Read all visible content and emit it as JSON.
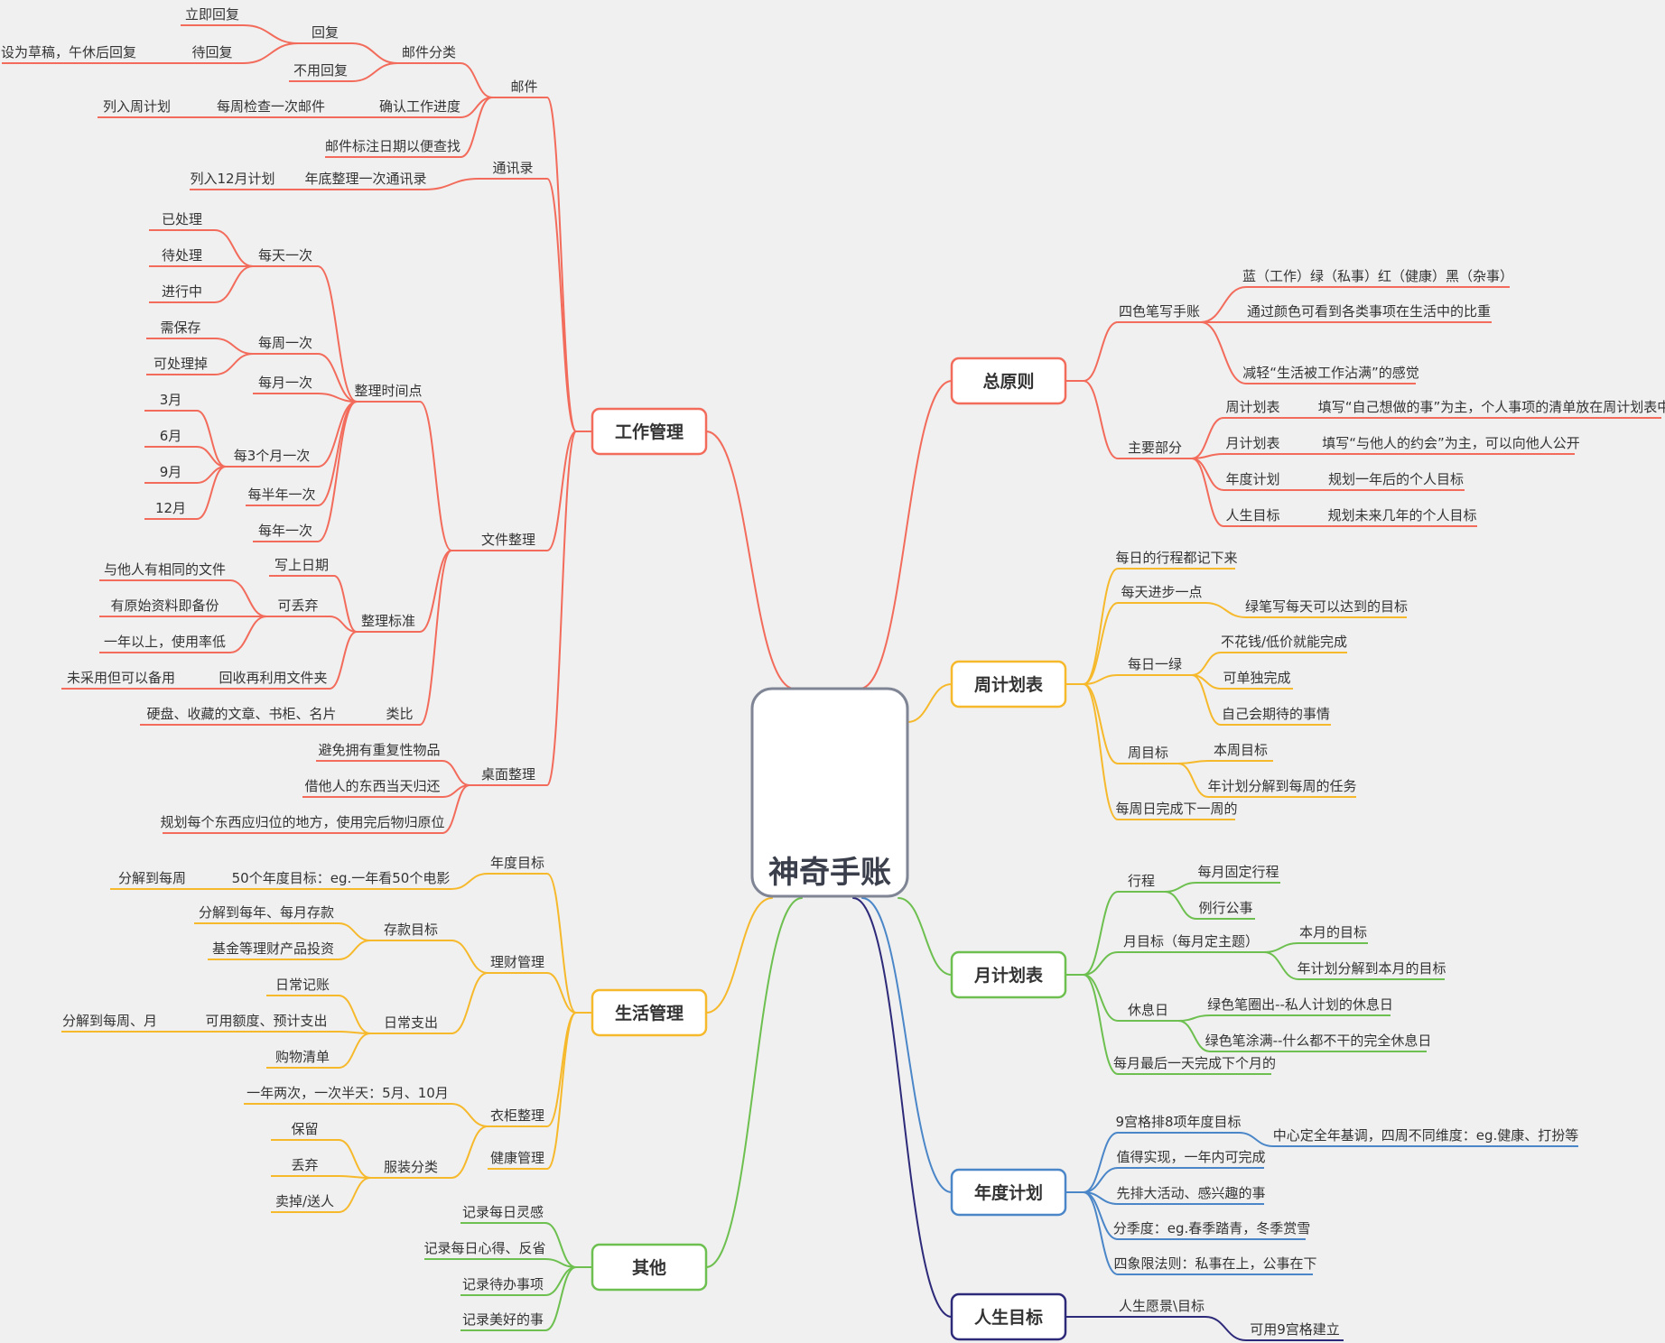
{
  "center": {
    "title": "神奇手账"
  },
  "colors": {
    "work": "#f26b5b",
    "life": "#f6b92c",
    "other": "#6dc04f",
    "principle": "#f26b5b",
    "weekly": "#f6b92c",
    "monthly": "#6dc04f",
    "yearly": "#4a86c8",
    "lifegoal": "#2e2a7a",
    "centerBorder": "#7f8595",
    "background": "#f0f0f0"
  },
  "branches": {
    "work": {
      "label": "工作管理",
      "mail": {
        "label": "邮件",
        "classify": {
          "label": "邮件分类",
          "reply": {
            "label": "回复",
            "now": "立即回复",
            "pending": {
              "label": "待回复",
              "detail": "设为草稿，午休后回复"
            }
          },
          "noreply": "不用回复"
        },
        "progress": {
          "label": "确认工作进度",
          "weekly": {
            "label": "每周检查一次邮件",
            "plan": "列入周计划"
          }
        },
        "date": "邮件标注日期以便查找"
      },
      "contacts": {
        "label": "通讯录",
        "yearend": {
          "label": "年底整理一次通讯录",
          "plan": "列入12月计划"
        }
      },
      "files": {
        "label": "文件整理",
        "times": {
          "label": "整理时间点",
          "daily": {
            "label": "每天一次",
            "items": [
              "已处理",
              "待处理",
              "进行中"
            ]
          },
          "weekly": {
            "label": "每周一次",
            "items": [
              "需保存",
              "可处理掉"
            ]
          },
          "monthly": "每月一次",
          "quarterly": {
            "label": "每3个月一次",
            "items": [
              "3月",
              "6月",
              "9月",
              "12月"
            ]
          },
          "halfyear": "每半年一次",
          "yearly": "每年一次"
        },
        "standard": {
          "label": "整理标准",
          "date": "写上日期",
          "discard": {
            "label": "可丢弃",
            "items": [
              "与他人有相同的文件",
              "有原始资料即备份",
              "一年以上，使用率低"
            ]
          },
          "recycle": {
            "label": "回收再利用文件夹",
            "note": "未采用但可以备用"
          }
        },
        "analogy": {
          "label": "类比",
          "detail": "硬盘、收藏的文章、书柜、名片"
        }
      },
      "desk": {
        "label": "桌面整理",
        "items": [
          "避免拥有重复性物品",
          "借他人的东西当天归还",
          "规划每个东西应归位的地方，使用完后物归原位"
        ]
      }
    },
    "life": {
      "label": "生活管理",
      "annual": {
        "label": "年度目标",
        "goal": "50个年度目标：eg.一年看50个电影",
        "split": "分解到每周"
      },
      "finance": {
        "label": "理财管理",
        "saving": {
          "label": "存款目标",
          "items": [
            "分解到每年、每月存款",
            "基金等理财产品投资"
          ]
        },
        "spending": {
          "label": "日常支出",
          "record": "日常记账",
          "budget": {
            "label": "可用额度、预计支出",
            "split": "分解到每周、月"
          },
          "shopping": "购物清单"
        }
      },
      "wardrobe": {
        "label": "衣柜整理",
        "twice": "一年两次，一次半天：5月、10月",
        "sort": {
          "label": "服装分类",
          "items": [
            "保留",
            "丢弃",
            "卖掉/送人"
          ]
        }
      },
      "health": "健康管理"
    },
    "other": {
      "label": "其他",
      "items": [
        "记录每日灵感",
        "记录每日心得、反省",
        "记录待办事项",
        "记录美好的事"
      ]
    },
    "principle": {
      "label": "总原则",
      "pens": {
        "label": "四色笔写手账",
        "items": [
          "蓝（工作）绿（私事）红（健康）黑（杂事）",
          "通过颜色可看到各类事项在生活中的比重",
          "减轻“生活被工作沾满”的感觉"
        ]
      },
      "parts": {
        "label": "主要部分",
        "items": [
          {
            "name": "周计划表",
            "desc": "填写“自己想做的事”为主，个人事项的清单放在周计划表中"
          },
          {
            "name": "月计划表",
            "desc": "填写“与他人的约会”为主，可以向他人公开"
          },
          {
            "name": "年度计划",
            "desc": "规划一年后的个人目标"
          },
          {
            "name": "人生目标",
            "desc": "规划未来几年的个人目标"
          }
        ]
      }
    },
    "weekly": {
      "label": "周计划表",
      "record": "每日的行程都记下来",
      "progress": {
        "label": "每天进步一点",
        "detail": "绿笔写每天可以达到的目标"
      },
      "green": {
        "label": "每日一绿",
        "items": [
          "不花钱/低价就能完成",
          "可单独完成",
          "自己会期待的事情"
        ]
      },
      "goal": {
        "label": "周目标",
        "items": [
          "本周目标",
          "年计划分解到每周的任务"
        ]
      },
      "sunday": "每周日完成下一周的"
    },
    "monthly": {
      "label": "月计划表",
      "schedule": {
        "label": "行程",
        "items": [
          "每月固定行程",
          "例行公事"
        ]
      },
      "goal": {
        "label": "月目标（每月定主题）",
        "items": [
          "本月的目标",
          "年计划分解到本月的目标"
        ]
      },
      "rest": {
        "label": "休息日",
        "items": [
          "绿色笔圈出--私人计划的休息日",
          "绿色笔涂满--什么都不干的完全休息日"
        ]
      },
      "last": "每月最后一天完成下个月的"
    },
    "yearly": {
      "label": "年度计划",
      "grid": {
        "label": "9宫格排8项年度目标",
        "detail": "中心定全年基调，四周不同维度：eg.健康、打扮等"
      },
      "items": [
        "值得实现，一年内可完成",
        "先排大活动、感兴趣的事",
        "分季度：eg.春季踏青，冬季赏雪",
        "四象限法则：私事在上，公事在下"
      ]
    },
    "lifegoal": {
      "label": "人生目标",
      "vision": {
        "label": "人生愿景\\目标",
        "detail": "可用9宫格建立"
      }
    }
  }
}
